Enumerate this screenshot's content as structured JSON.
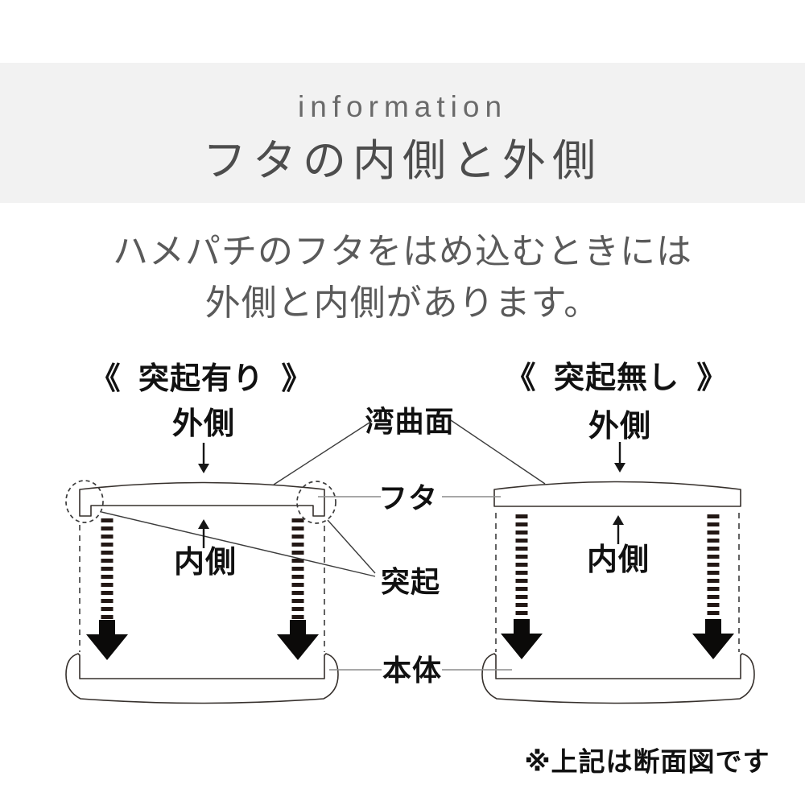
{
  "header": {
    "eyebrow": "information",
    "title": "フタの内側と外側"
  },
  "intro": {
    "line1": "ハメパチのフタをはめ込むときには",
    "line2": "外側と内側があります。"
  },
  "diagram": {
    "left": {
      "heading": "《 突起有り 》",
      "outer_label": "外側",
      "inner_label": "内側"
    },
    "right": {
      "heading": "《 突起無し 》",
      "outer_label": "外側",
      "inner_label": "内側"
    },
    "part_labels": {
      "curved_surface": "湾曲面",
      "lid": "フタ",
      "protrusion": "突起",
      "body": "本体"
    },
    "icons": {
      "outer_direction": "down-arrow",
      "inner_direction": "up-arrow",
      "insertion": "striped-down-arrow",
      "highlight": "dashed-circle"
    }
  },
  "footnote": "※上記は断面図です",
  "colors": {
    "band_bg": "#f2f2f2",
    "eyebrow": "#6a6a6a",
    "title": "#4d4d4d",
    "body_text": "#5a5a5a",
    "ink": "#111111",
    "line": "#36302c",
    "stripe": "#231815",
    "arrow": "#0b0a09",
    "connector_dark": "#3c3c3c",
    "connector_light": "#8c8c8c"
  }
}
